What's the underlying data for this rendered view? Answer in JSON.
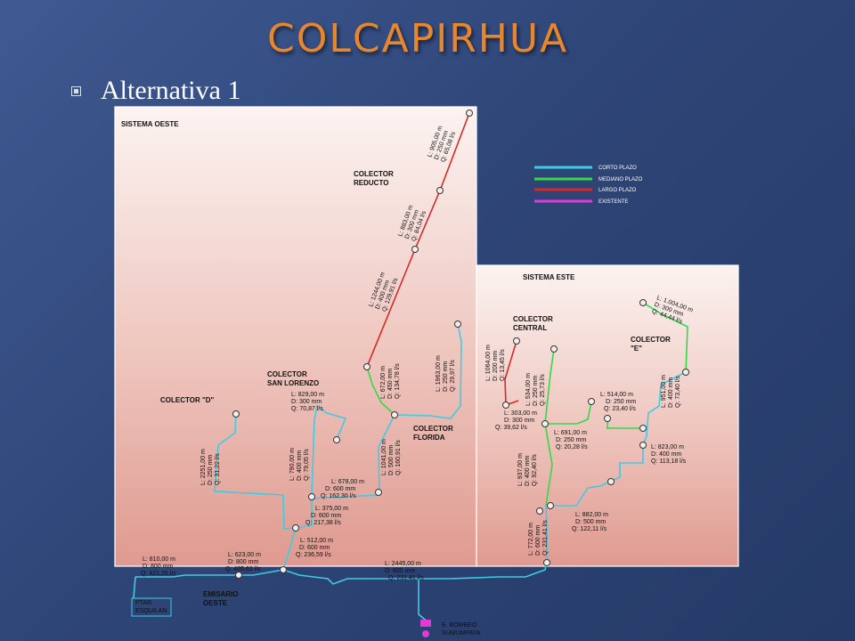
{
  "title": "COLCAPIRHUA",
  "bullet": "Alternativa 1",
  "panels": {
    "oeste": "SISTEMA OESTE",
    "este": "SISTEMA ESTE"
  },
  "colors": {
    "corto": "#3ecbe4",
    "mediano": "#35d84a",
    "largo": "#d62a2a",
    "existente": "#e03ad8"
  },
  "legend": [
    {
      "label": "CORTO PLAZO",
      "color": "#3ecbe4"
    },
    {
      "label": "MEDIANO PLAZO",
      "color": "#35d84a"
    },
    {
      "label": "LARGO PLAZO",
      "color": "#d62a2a"
    },
    {
      "label": "EXISTENTE",
      "color": "#e03ad8"
    }
  ],
  "names": {
    "reducto": [
      "COLECTOR",
      "REDUCTO"
    ],
    "san_lorenzo": [
      "COLECTOR",
      "SAN LORENZO"
    ],
    "colector_d": [
      "COLECTOR \"D\""
    ],
    "florida": [
      "COLECTOR",
      "FLORIDA"
    ],
    "central": [
      "COLECTOR",
      "CENTRAL"
    ],
    "colector_e": [
      "COLECTOR",
      "\"E\""
    ],
    "emisario": [
      "EMISARIO",
      "OESTE"
    ],
    "ptar": [
      "PTAR",
      "ESQUILAN"
    ],
    "bombeo": [
      "E. BOMBEO",
      "SUMUMPAYA"
    ]
  },
  "segments": {
    "s1": [
      "L: 905,00 m",
      "D: 250 mm",
      "Q: 65,08 l/s"
    ],
    "s2": [
      "L: 883,00 m",
      "D: 300 mm",
      "Q: 84,04 l/s"
    ],
    "s3": [
      "L: 1244,00 m",
      "D: 400 mm",
      "Q: 129,91 l/s"
    ],
    "s4": [
      "L: 672,00 m",
      "D: 450 mm",
      "Q: 134,78 l/s"
    ],
    "s5": [
      "L: 1963,00 m",
      "D: 250 mm",
      "Q: 29,97 l/s"
    ],
    "s6": [
      "L: 829,00 m",
      "D: 300 mm",
      "Q: 70,87 l/s"
    ],
    "s7": [
      "L: 790,00 m",
      "D: 400 mm",
      "Q: 79,05 l/s"
    ],
    "s8": [
      "L: 2251,00 m",
      "D: 250 mm",
      "Q: 31,22 l/s"
    ],
    "s9": [
      "L: 1041,00 m",
      "D: 500 mm",
      "Q: 160,91 l/s"
    ],
    "s10": [
      "L: 678,00 m",
      "D: 600 mm",
      "Q: 162,30 l/s"
    ],
    "s11": [
      "L: 375,00 m",
      "D: 600 mm",
      "Q: 217,38 l/s"
    ],
    "s12": [
      "L: 512,00 m",
      "D: 600 mm",
      "Q: 236,59 l/s"
    ],
    "s13": [
      "L: 623,00 m",
      "D: 800 mm",
      "Q: 405,62 l/s"
    ],
    "s14": [
      "L: 810,00 m",
      "D: 800 mm",
      "Q: 421,26 l/s"
    ],
    "s15": [
      "L: 2445,00 m",
      "D: 600 mm",
      "Q: 231,41 l/s"
    ],
    "e1": [
      "L: 1.004,00 m",
      "D: 300 mm",
      "Q: 44,44 l/s"
    ],
    "e2": [
      "L: 1064,00 m",
      "D: 200 mm",
      "Q: 13,45 l/s"
    ],
    "e3": [
      "L: 534,00 m",
      "D: 250 mm",
      "Q: 25,73 l/s"
    ],
    "e4": [
      "L: 303,00 m",
      "D: 300 mm",
      "Q: 39,62 l/s"
    ],
    "e5": [
      "L: 514,00 m",
      "D: 250 mm",
      "Q: 23,40 l/s"
    ],
    "e6": [
      "L: 951,00 m",
      "D: 400 mm",
      "Q: 73,40 l/s"
    ],
    "e7": [
      "L: 691,00 m",
      "D: 250 mm",
      "Q: 20,28 l/s"
    ],
    "e8": [
      "L: 823,00 m",
      "D: 400 mm",
      "Q: 113,18 l/s"
    ],
    "e9": [
      "L: 937,00 m",
      "D: 400 mm",
      "Q: 92,40 l/s"
    ],
    "e10": [
      "L: 882,00 m",
      "D: 500 mm",
      "Q: 122,11 l/s"
    ],
    "e11": [
      "L: 772,00 m",
      "D: 600 mm",
      "Q: 231,41 l/s"
    ]
  }
}
